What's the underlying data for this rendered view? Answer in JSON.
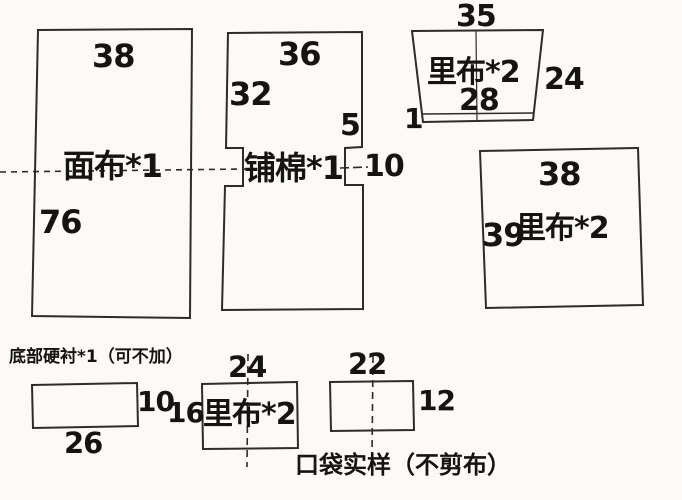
{
  "colors": {
    "background": "#fbfaf7",
    "line": "#2e2b28",
    "text": "#161412"
  },
  "pieces": {
    "main_fabric": {
      "label": "面布*1",
      "width_top": "38",
      "height_left": "76"
    },
    "batting": {
      "label": "铺棉*1",
      "width_top": "36",
      "height_left": "32",
      "notch_depth": "5",
      "notch_width": "10"
    },
    "lining_top": {
      "label": "里布*2",
      "width_top": "35",
      "height_right": "24",
      "width_bottom": "28",
      "strip_height": "1"
    },
    "lining_side": {
      "label": "里布*2",
      "width_top": "38",
      "height_left": "39"
    },
    "base_interfacing": {
      "caption": "底部硬衬*1（可不加）",
      "width_bottom": "26",
      "height_right": "10"
    },
    "lining_small": {
      "label": "里布*2",
      "width_top": "24",
      "height_left": "16"
    },
    "pocket": {
      "width_top": "22",
      "height_right": "12",
      "caption": "口袋实样（不剪布）"
    }
  }
}
